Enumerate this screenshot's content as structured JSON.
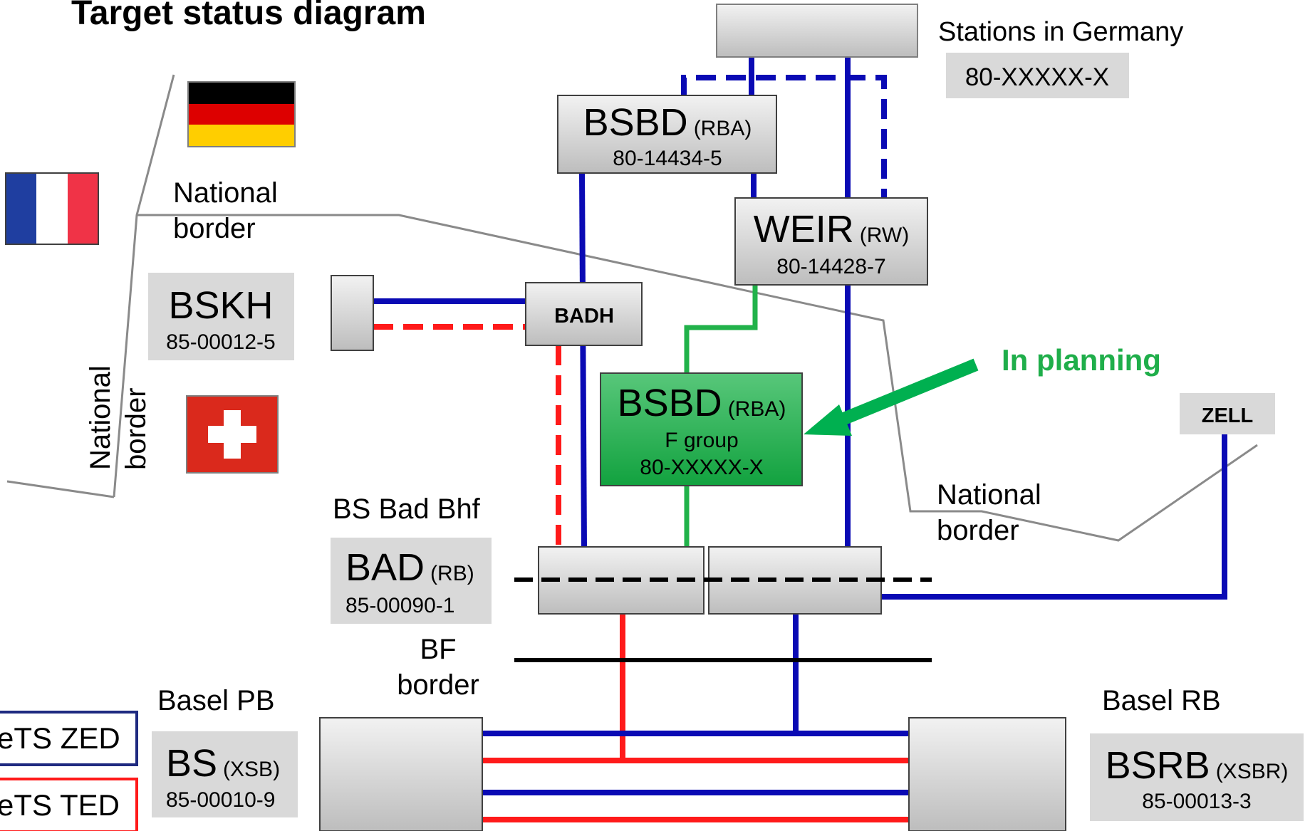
{
  "title": "Target status diagram",
  "colors": {
    "blue": "#0a0ab4",
    "red": "#ff1a1a",
    "green": "#00b050",
    "gray_line": "#808080",
    "label_bg": "#d9d9d9",
    "station_green": "#1fae4a"
  },
  "flags": [
    "germany-flag",
    "france-flag",
    "switzerland-flag"
  ],
  "stations_germany": {
    "label": "Stations in Germany",
    "code": "80-XXXXX-X"
  },
  "bsbd_top": {
    "name": "BSBD",
    "abbr": "(RBA)",
    "code": "80-14434-5"
  },
  "weir": {
    "name": "WEIR",
    "abbr": "(RW)",
    "code": "80-14428-7"
  },
  "bskh": {
    "name": "BSKH",
    "code": "85-00012-5"
  },
  "badh": {
    "name": "BADH"
  },
  "bsbd_planned": {
    "name": "BSBD",
    "abbr": "(RBA)",
    "line2": "F group",
    "code": "80-XXXXX-X"
  },
  "in_planning": "In planning",
  "zell": {
    "name": "ZELL"
  },
  "bs_bad_bhf": "BS Bad Bhf",
  "bad": {
    "name": "BAD",
    "abbr": "(RB)",
    "code": "85-00090-1"
  },
  "bf_border": {
    "line1": "BF",
    "line2": "border"
  },
  "national_border": {
    "line1": "National",
    "line2": "border"
  },
  "basel_pb": "Basel PB",
  "bs": {
    "name": "BS",
    "abbr": "(XSB)",
    "code": "85-00010-9"
  },
  "basel_rb": "Basel RB",
  "bsrb": {
    "name": "BSRB",
    "abbr": "(XSBR)",
    "code": "85-00013-3"
  },
  "legend": {
    "zed": "eTS ZED",
    "ted": "eTS TED"
  }
}
